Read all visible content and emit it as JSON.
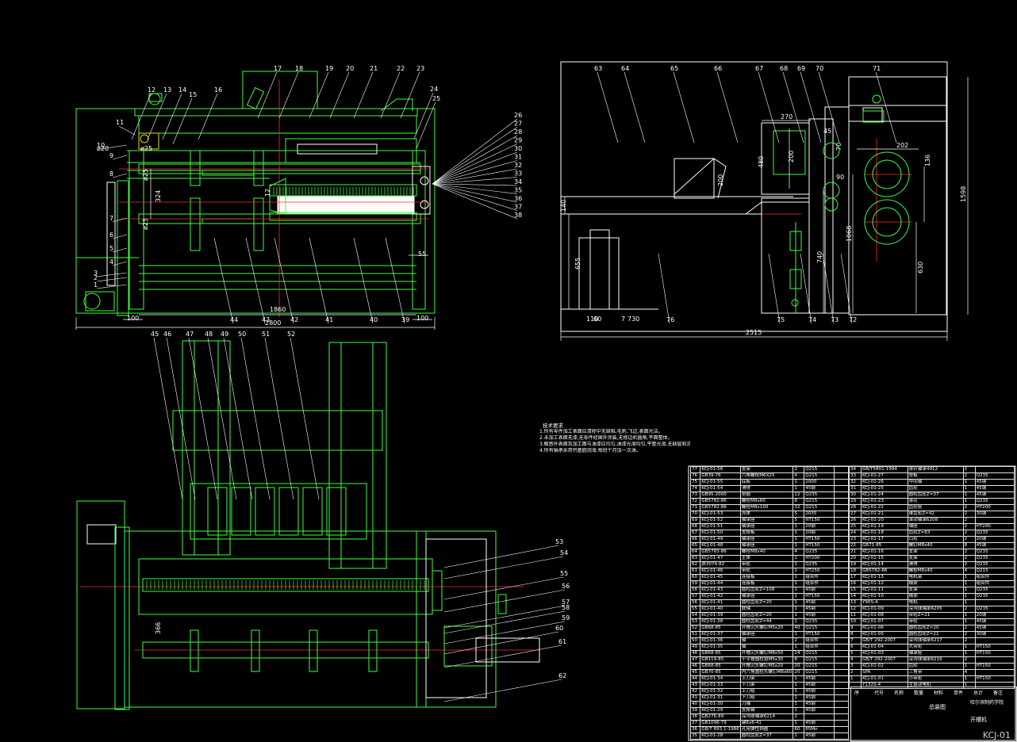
{
  "drawing": {
    "drawing_number": "KCJ-01",
    "title_block": {
      "assembly_label": "总装图",
      "school": "哈尔滨制药学院",
      "machine_name": "开槽机",
      "header": [
        "序",
        "代号",
        "名称",
        "数量",
        "材料",
        "单件",
        "总计",
        "备注"
      ]
    },
    "technical_requirements": {
      "title": "技术要求",
      "items": [
        "1.所有零件加工表面应清除中无缺陷,毛刺,飞边,表面光洁。",
        "2.未加工表面无漆,无零件经国外涂装,无修边机圆角,平面整体。",
        "3.敏感外表面及加工面与油漆应均匀,油漆光滑均匀,平整光滑,无缺层和流挂,色彩鲜明,无加工表面涂漆缺陷现象。",
        "4.所有轴承采用钙基脂润滑,每班个月加一次油。"
      ]
    },
    "views": {
      "front": {
        "balloons": [
          "1",
          "2",
          "3",
          "4",
          "5",
          "6",
          "7",
          "8",
          "9",
          "10",
          "11",
          "12",
          "13",
          "14",
          "15",
          "16",
          "17",
          "18",
          "19",
          "20",
          "21",
          "22",
          "23",
          "24",
          "25",
          "26",
          "27",
          "28",
          "29",
          "30",
          "31",
          "32",
          "33",
          "34",
          "35",
          "36",
          "37",
          "38",
          "39",
          "40",
          "41",
          "42",
          "43",
          "44"
        ],
        "dims": [
          "ø20",
          "ø25",
          "ø25",
          "ø25",
          "324",
          "1860",
          "2800",
          "100",
          "100",
          "55",
          "12"
        ]
      },
      "side": {
        "balloons": [
          "63",
          "64",
          "65",
          "66",
          "67",
          "68",
          "69",
          "70",
          "71",
          "72",
          "73",
          "74",
          "75",
          "76"
        ],
        "dims": [
          "140",
          "655",
          "110",
          "7",
          "730",
          "2515",
          "270",
          "480",
          "200",
          "200",
          "45",
          "70",
          "90",
          "202",
          "136",
          "1068",
          "740",
          "630",
          "1598",
          "60"
        ]
      },
      "top": {
        "balloons": [
          "45",
          "46",
          "47",
          "48",
          "49",
          "50",
          "51",
          "52",
          "53",
          "54",
          "55",
          "56",
          "57",
          "58",
          "59",
          "60",
          "61",
          "62"
        ],
        "dims": [
          "366"
        ]
      }
    },
    "bom_left": [
      [
        "77",
        "KCJ-01-56",
        "支架",
        "2",
        "Q215",
        ""
      ],
      [
        "76",
        "GB39-76",
        "六角螺栓M6X25",
        "4",
        "Q215",
        ""
      ],
      [
        "75",
        "KCJ-01-55",
        "底板",
        "1",
        "2000",
        ""
      ],
      [
        "74",
        "KCJ-01-54",
        "滑块",
        "1",
        "45钢",
        ""
      ],
      [
        "73",
        "GB95-2000",
        "垫圈",
        "12",
        "Q235",
        ""
      ],
      [
        "72",
        "GB5782-86",
        "螺栓M8x60",
        "8",
        "Q215",
        ""
      ],
      [
        "71",
        "GB5782-86",
        "螺栓M8x100",
        "32",
        "Q215",
        ""
      ],
      [
        "70",
        "KCJ-01-53",
        "壳体",
        "5",
        "2035",
        ""
      ],
      [
        "69",
        "KCJ-01-52",
        "轴承座",
        "5",
        "HT150",
        ""
      ],
      [
        "68",
        "KCJ-01-51",
        "轴承座",
        "1",
        "20钢",
        ""
      ],
      [
        "67",
        "KCJ-01-50",
        "支撑板",
        "1",
        "20钢",
        ""
      ],
      [
        "66",
        "KCJ-01-49",
        "轴承座",
        "1",
        "HT150",
        ""
      ],
      [
        "65",
        "KCJ-01-48",
        "轴承座",
        "1",
        "HT150",
        ""
      ],
      [
        "64",
        "GB5783-86",
        "螺栓M8x40",
        "4",
        "Q235",
        ""
      ],
      [
        "63",
        "KCJ-01-47",
        "主体",
        "1",
        "HT200",
        ""
      ],
      [
        "62",
        "JB3074-82",
        "带轮",
        "1",
        "Q235",
        ""
      ],
      [
        "61",
        "KCJ-01-46",
        "带轮",
        "1",
        "HT250",
        ""
      ],
      [
        "60",
        "KCJ-01-45",
        "连接板",
        "1",
        "组合件",
        ""
      ],
      [
        "59",
        "KCJ-01-44",
        "连接板",
        "1",
        "组合件",
        ""
      ],
      [
        "58",
        "KCJ-01-43",
        "圆柱齿轮Z=108",
        "1",
        "45钢",
        ""
      ],
      [
        "57",
        "KCJ-01-42",
        "轴承座",
        "1",
        "HT150",
        ""
      ],
      [
        "56",
        "KCJ-01-41",
        "圆柱齿轮Z=20",
        "1",
        "45钢",
        ""
      ],
      [
        "55",
        "KCJ-01-40",
        "联轴",
        "1",
        "45钢",
        ""
      ],
      [
        "54",
        "KCJ-01-39",
        "圆柱齿轮Z=20",
        "1",
        "45钢",
        ""
      ],
      [
        "53",
        "KCJ-01-38",
        "圆柱齿轮Z=44",
        "1",
        "Q235",
        ""
      ],
      [
        "52",
        "GB68-85",
        "开槽沉头螺钉M5x20",
        "40",
        "Q215",
        ""
      ],
      [
        "51",
        "KCJ-01-37",
        "轴承座",
        "1",
        "HT150",
        ""
      ],
      [
        "50",
        "KCJ-01-36",
        "轴",
        "2",
        "组合件",
        ""
      ],
      [
        "49",
        "KCJ-01-35",
        "轴",
        "1",
        "组合件",
        ""
      ],
      [
        "48",
        "GB68-85",
        "开槽沉头螺钉M8x50",
        "24",
        "Q215",
        ""
      ],
      [
        "47",
        "GB119-85",
        "十字槽圆柱销M5x30",
        "8",
        "Q215",
        ""
      ],
      [
        "46",
        "GB68-85",
        "开槽沉头螺钉M5x20",
        "20",
        "Q215",
        ""
      ],
      [
        "45",
        "GB70-85",
        "内六角圆柱头螺钉M8x60",
        "20",
        "Q215",
        ""
      ],
      [
        "44",
        "KCJ-01-34",
        "上刀架",
        "1",
        "45钢",
        ""
      ],
      [
        "43",
        "KCJ-01-33",
        "下刀架",
        "1",
        "45钢",
        ""
      ],
      [
        "42",
        "KCJ-01-32",
        "上刀组",
        "1",
        "45钢",
        ""
      ],
      [
        "41",
        "KCJ-01-31",
        "下刀组",
        "1",
        "45钢",
        ""
      ],
      [
        "40",
        "KCJ-01-30",
        "刀轴",
        "1",
        "45钢",
        ""
      ],
      [
        "39",
        "KCJ-01-29",
        "支撑轴",
        "1",
        "45钢",
        ""
      ],
      [
        "38",
        "GB276-89",
        "深沟球轴承6214",
        "2",
        "",
        ""
      ],
      [
        "37",
        "GB1096-79",
        "键8x6-41",
        "1",
        "45钢",
        ""
      ],
      [
        "36",
        "GB/T 893.1-1986",
        "孔用弹性挡圈",
        "60",
        "65Mn",
        ""
      ],
      [
        "35",
        "KCJ-01-28",
        "圆柱齿轮Z=37",
        "1",
        "45钢",
        ""
      ]
    ],
    "bom_right": [
      [
        "34",
        "GB/T5801-1994",
        "滚针轴承4912",
        "2",
        ""
      ],
      [
        "33",
        "KCJ-01-27",
        "垫板",
        "2",
        "Q235"
      ],
      [
        "32",
        "KCJ-01-26",
        "中间轴",
        "1",
        "45钢"
      ],
      [
        "31",
        "KCJ-01-25",
        "齿轮",
        "1",
        "45钢"
      ],
      [
        "30",
        "KCJ-01-24",
        "圆柱齿轮Z=37",
        "1",
        "45钢"
      ],
      [
        "29",
        "KCJ-01-23",
        "滚花",
        "1",
        "Q235"
      ],
      [
        "28",
        "KCJ-01-22",
        "齿轮座",
        "2",
        "HT200"
      ],
      [
        "27",
        "KCJ-01-21",
        "锥齿轮Z=42",
        "2",
        "30钢"
      ],
      [
        "26",
        "KCJ-01-20",
        "滚动轴承6208",
        "2",
        ""
      ],
      [
        "25",
        "KCJ-01-19",
        "轴座",
        "2",
        "HT200"
      ],
      [
        "24",
        "KCJ-01-18",
        "齿轮Z=63",
        "2",
        "Q235"
      ],
      [
        "23",
        "KCJ-01-17",
        "凸轮",
        "2",
        "20钢"
      ],
      [
        "22",
        "GB71-85",
        "螺钉M8x40",
        "8",
        "45钢"
      ],
      [
        "21",
        "KCJ-01-16",
        "支架",
        "2",
        "Q235"
      ],
      [
        "20",
        "KCJ-01-15",
        "支架",
        "2",
        "Q235"
      ],
      [
        "19",
        "KCJ-01-14",
        "滑块",
        "2",
        "Q235"
      ],
      [
        "18",
        "GB5782-86",
        "螺栓M8x40",
        "4",
        "Q215"
      ],
      [
        "17",
        "KCJ-01-13",
        "电机架",
        "1",
        "组合件"
      ],
      [
        "16",
        "KCJ-01-12",
        "横梁",
        "1",
        "组合件"
      ],
      [
        "15",
        "KCJ-01-11",
        "支架",
        "1",
        "Q235"
      ],
      [
        "14",
        "KCJ-01-10",
        "横梁",
        "1",
        "Q235"
      ],
      [
        "13",
        "Y90S-4",
        "电机",
        "1",
        ""
      ],
      [
        "12",
        "KCJ-01-09",
        "深沟球轴承6205",
        "2",
        "Q235"
      ],
      [
        "11",
        "KCJ-01-08",
        "带轮Z=21",
        "1",
        "20钢"
      ],
      [
        "10",
        "KCJ-01-07",
        "带轮",
        "1",
        "45钢"
      ],
      [
        "9",
        "KCJ-01-06",
        "圆柱齿轮Z=20",
        "2",
        "45钢"
      ],
      [
        "8",
        "KCJ-01-05",
        "圆柱齿轮Z=21",
        "2",
        "30钢"
      ],
      [
        "7",
        "GB/T 292-2007",
        "深沟球轴承6217",
        "2",
        ""
      ],
      [
        "6",
        "KCJ-01-04",
        "大带轮",
        "1",
        "HT150"
      ],
      [
        "5",
        "KCJ-01-03",
        "轴承座",
        "1",
        "HT150"
      ],
      [
        "4",
        "GB/T 292-2007",
        "深沟球轴承6216",
        "2",
        ""
      ],
      [
        "3",
        "KCJ-01-02",
        "齿轮",
        "1",
        "HT150"
      ],
      [
        "2",
        "SPA",
        "三角带",
        "4",
        ""
      ],
      [
        "1",
        "KCJ-01-01",
        "小带轮",
        "1",
        "HT150"
      ],
      [
        "",
        "Y132S-4",
        "主驱动电机",
        "1",
        ""
      ]
    ],
    "colors": {
      "background": "#000000",
      "primary_line": "#3cff3c",
      "dim_line": "#ffffff",
      "center_line": "#ff2a2a",
      "accent_yellow": "#e0e000",
      "white": "#ffffff"
    }
  }
}
